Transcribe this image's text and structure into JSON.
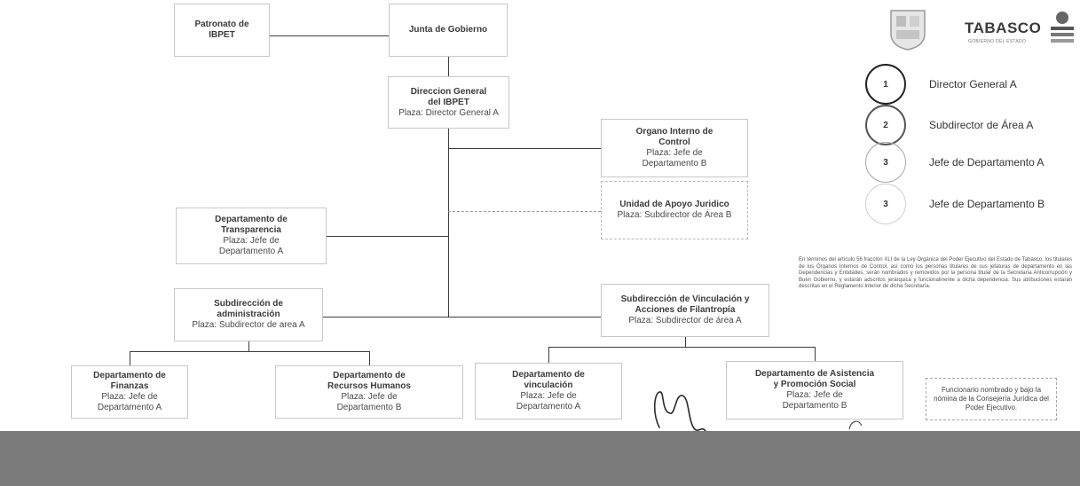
{
  "boxes": {
    "patronato": {
      "title": "Patronato de IBPET"
    },
    "junta": {
      "title": "Junta de Gobierno"
    },
    "direccion": {
      "title": "Direccion General del IBPET",
      "plaza": "Plaza: Director General A"
    },
    "organo": {
      "title": "Organo Interno de Control",
      "plaza": "Plaza: Jefe de Departamento B"
    },
    "unidad": {
      "title": "Unidad de Apoyo Juridico",
      "plaza": "Plaza: Subdirector de Área B"
    },
    "transparencia": {
      "title": "Departamento de Transparencia",
      "plaza": "Plaza: Jefe de Departamento A"
    },
    "sub_admin": {
      "title": "Subdirección de administración",
      "plaza": "Plaza: Subdirector de area A"
    },
    "sub_vinc": {
      "title": "Subdirección de Vinculación y Acciones de Filantropía",
      "plaza": "Plaza: Subdirector de área A"
    },
    "finanzas": {
      "title": "Departamento de Finanzas",
      "plaza": "Plaza: Jefe de Departamento A"
    },
    "rrhh": {
      "title": "Departamento de Recursos Humanos",
      "plaza": "Plaza: Jefe de Departamento B"
    },
    "vinculacion": {
      "title": "Departamento de vinculación",
      "plaza": "Plaza: Jefe de Departamento A"
    },
    "asistencia": {
      "title": "Departamento de Asistencia y Promoción Social",
      "plaza": "Plaza: Jefe de Departamento B"
    }
  },
  "logo": {
    "brand": "TABASCO",
    "sub": "GOBIERNO DEL ESTADO"
  },
  "legend": [
    {
      "number": "1",
      "label": "Director General A",
      "color": "#222222"
    },
    {
      "number": "2",
      "label": "Subdirector de Área A",
      "color": "#555555"
    },
    {
      "number": "3",
      "label": "Jefe de Departamento A",
      "color": "#a8a8a8"
    },
    {
      "number": "3",
      "label": "Jefe de Departamento B",
      "color": "#d0d0d0"
    }
  ],
  "note": "En términos del artículo 56 fracción XLI de la Ley Orgánica del Poder Ejecutivo del Estado de Tabasco, los titulares de los Órganos Internos de Control, así como los personas titulares de sus jefaturas de departamento en las Dependencias y Entidades, serán nombrados y removidos por la persona titular de la Secretaría Anticorrupción y Buen Gobierno, y estarán adscritos jerárquica y funcionalmente a dicha dependencia. Sus atribuciones estarán descritas en el Reglamento Interior de dicha Secretaría.",
  "footnote": "Funcionario nombrado y bajo la nómina de la Consejería Jurídica del Poder Ejecutivo."
}
